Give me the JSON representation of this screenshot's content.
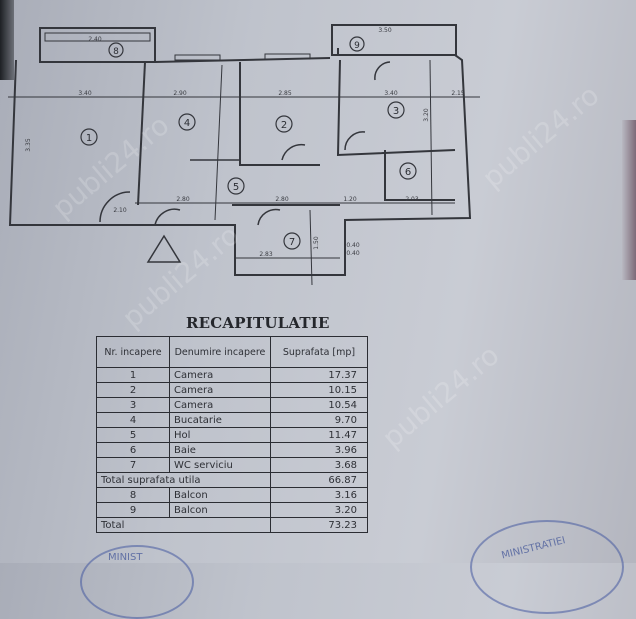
{
  "watermark": "publi24.ro",
  "plan": {
    "rooms": [
      "1",
      "2",
      "3",
      "4",
      "5",
      "6",
      "7",
      "8",
      "9"
    ],
    "dims_top": [
      "3.40",
      "2.90",
      "2.85",
      "3.40",
      "2.15"
    ],
    "dims_mid": [
      "2.80",
      "2.80",
      "1.20",
      "2.03"
    ],
    "dims_other": [
      "2.40",
      "3.50",
      "2.83",
      "3.35",
      "3.20",
      "1.50",
      "0.40",
      "0.40",
      "2.10"
    ]
  },
  "recap": {
    "title": "RECAPITULATIE",
    "headers": {
      "nr": "Nr. incapere",
      "name": "Denumire incapere",
      "area": "Suprafata [mp]"
    },
    "rows": [
      {
        "nr": "1",
        "name": "Camera",
        "area": "17.37"
      },
      {
        "nr": "2",
        "name": "Camera",
        "area": "10.15"
      },
      {
        "nr": "3",
        "name": "Camera",
        "area": "10.54"
      },
      {
        "nr": "4",
        "name": "Bucatarie",
        "area": "9.70"
      },
      {
        "nr": "5",
        "name": "Hol",
        "area": "11.47"
      },
      {
        "nr": "6",
        "name": "Baie",
        "area": "3.96"
      },
      {
        "nr": "7",
        "name": "WC serviciu",
        "area": "3.68"
      }
    ],
    "subtotal": {
      "label": "Total suprafata utila",
      "area": "66.87"
    },
    "balconies": [
      {
        "nr": "8",
        "name": "Balcon",
        "area": "3.16"
      },
      {
        "nr": "9",
        "name": "Balcon",
        "area": "3.20"
      }
    ],
    "total": {
      "label": "Total",
      "area": "73.23"
    }
  },
  "stamps": [
    "MINISTRATIEI",
    "MINIST"
  ]
}
